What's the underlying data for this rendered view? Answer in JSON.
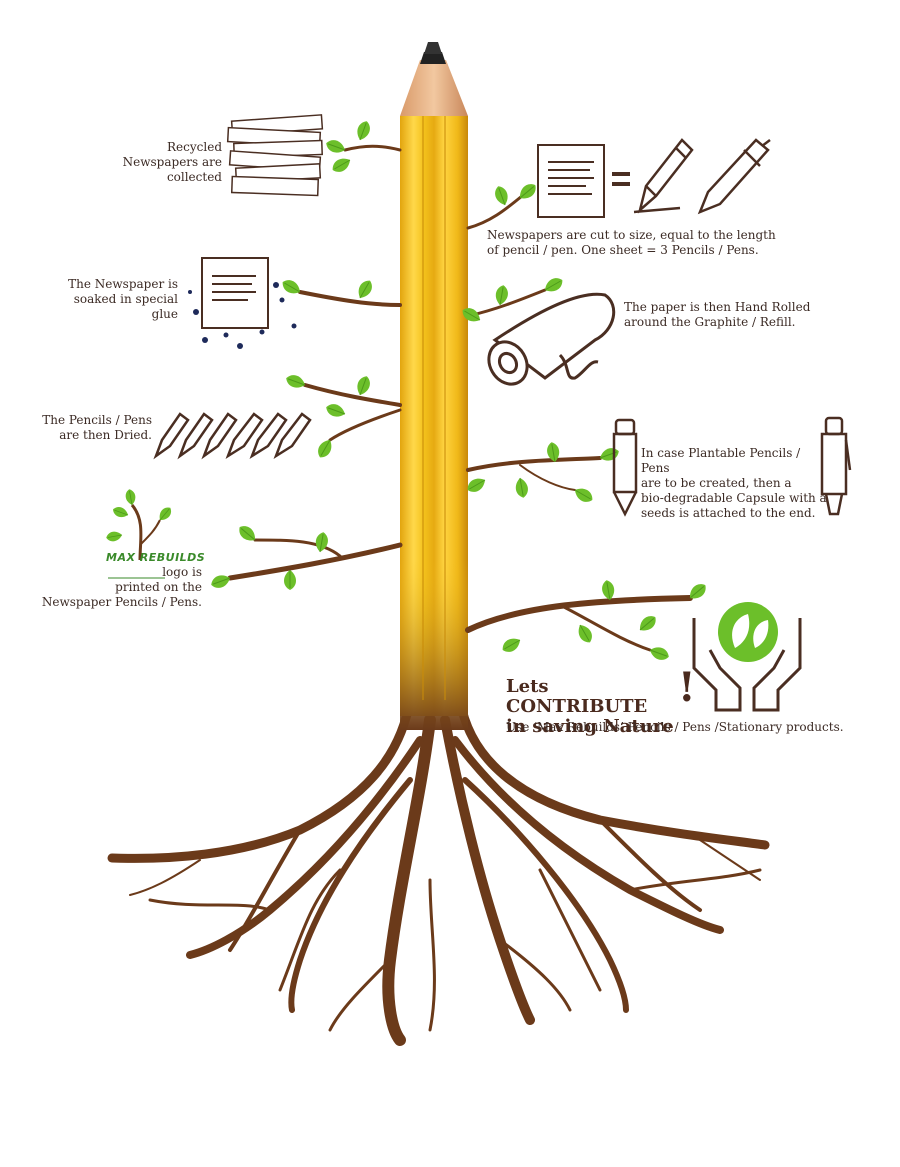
{
  "steps": [
    {
      "text_lines": [
        "Recycled",
        "Newspapers are",
        "collected"
      ]
    },
    {
      "text_lines": [
        "Newspapers are cut to size, equal to the length",
        "of pencil / pen.  One sheet = 3 Pencils / Pens."
      ]
    },
    {
      "text_lines": [
        "The Newspaper is",
        "soaked in special",
        "glue"
      ]
    },
    {
      "text_lines": [
        "The paper is then Hand Rolled",
        "around the Graphite / Refill."
      ]
    },
    {
      "text_lines": [
        "The Pencils / Pens",
        "are then Dried."
      ]
    },
    {
      "text_lines": [
        "In case Plantable Pencils / Pens",
        "are to be created, then a",
        "bio-degradable Capsule with a",
        "seeds is attached to the end."
      ]
    },
    {
      "text_lines": [
        "logo is",
        "printed on the",
        "Newspaper Pencils / Pens."
      ]
    }
  ],
  "logo": {
    "text": "MAX REBUILDS"
  },
  "cta": {
    "line1": "Lets CONTRIBUTE",
    "line2": "in saving Nature",
    "exclaim": "!",
    "sub": "Use ‘Max Rebuilds’ Pencils / Pens /Stationary products."
  },
  "colors": {
    "pencil_yellow": "#f4c21c",
    "pencil_dark": "#d89a0c",
    "root_brown": "#6b3a1a",
    "leaf_green": "#6cbf2a",
    "icon_brown": "#4a2e22"
  },
  "icons": [
    "newspaper-stack-icon",
    "document-icon",
    "equals-icon",
    "pencil-icon",
    "pen-icon",
    "glue-soaked-paper-icon",
    "rolled-paper-icon",
    "dried-pencils-icon",
    "plantable-pencil-icon",
    "plantable-pen-icon",
    "sprout-logo-icon",
    "hands-leaf-icon"
  ]
}
